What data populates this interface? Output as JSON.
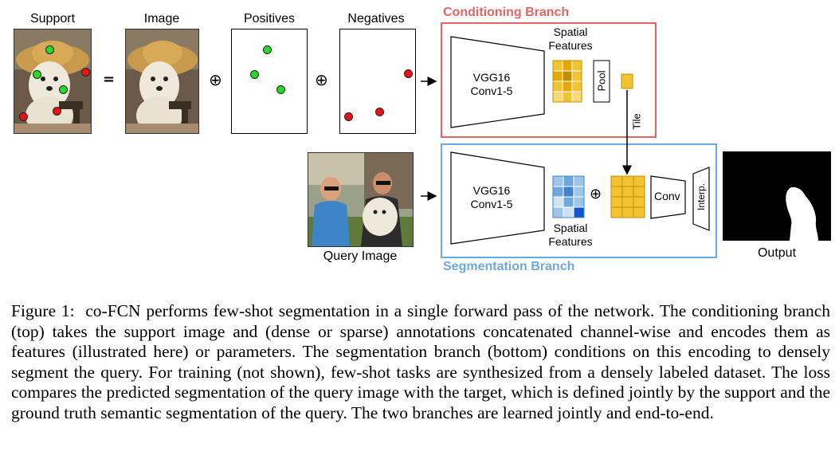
{
  "figure": {
    "labels": {
      "support": "Support",
      "image": "Image",
      "positives": "Positives",
      "negatives": "Negatives",
      "query_image": "Query Image",
      "output": "Output",
      "equals": "=",
      "oplus": "⊕"
    },
    "conditioning_branch": {
      "title": "Conditioning Branch",
      "vgg_line1": "VGG16",
      "vgg_line2": "Conv1-5",
      "spatial_features_line1": "Spatial",
      "spatial_features_line2": "Features",
      "pool": "Pool",
      "tile": "Tile",
      "color": "#e06666"
    },
    "segmentation_branch": {
      "title": "Segmentation Branch",
      "vgg_line1": "VGG16",
      "vgg_line2": "Conv1-5",
      "spatial_features_line1": "Spatial",
      "spatial_features_line2": "Features",
      "conv": "Conv",
      "interp": "Interp.",
      "color": "#6fa8dc"
    },
    "colors": {
      "feature_gold": "#f1c232",
      "feature_gold_dark": "#bf9000",
      "feature_blue": "#6fa8dc",
      "positive_dot": "#22dd22",
      "negative_dot": "#ee1111"
    }
  },
  "caption": {
    "prefix": "Figure 1:",
    "text": "co-FCN performs few-shot segmentation in a single forward pass of the network. The conditioning branch (top) takes the support image and (dense or sparse) annotations concatenated channel-wise and encodes them as features (illustrated here) or parameters.  The segmentation branch (bottom) conditions on this encoding to densely segment the query. For training (not shown), few-shot tasks are synthesized from a densely labeled dataset. The loss compares the predicted segmentation of the query image with the target, which is defined jointly by the support and the ground truth semantic segmentation of the query. The two branches are learned jointly and end-to-end."
  }
}
